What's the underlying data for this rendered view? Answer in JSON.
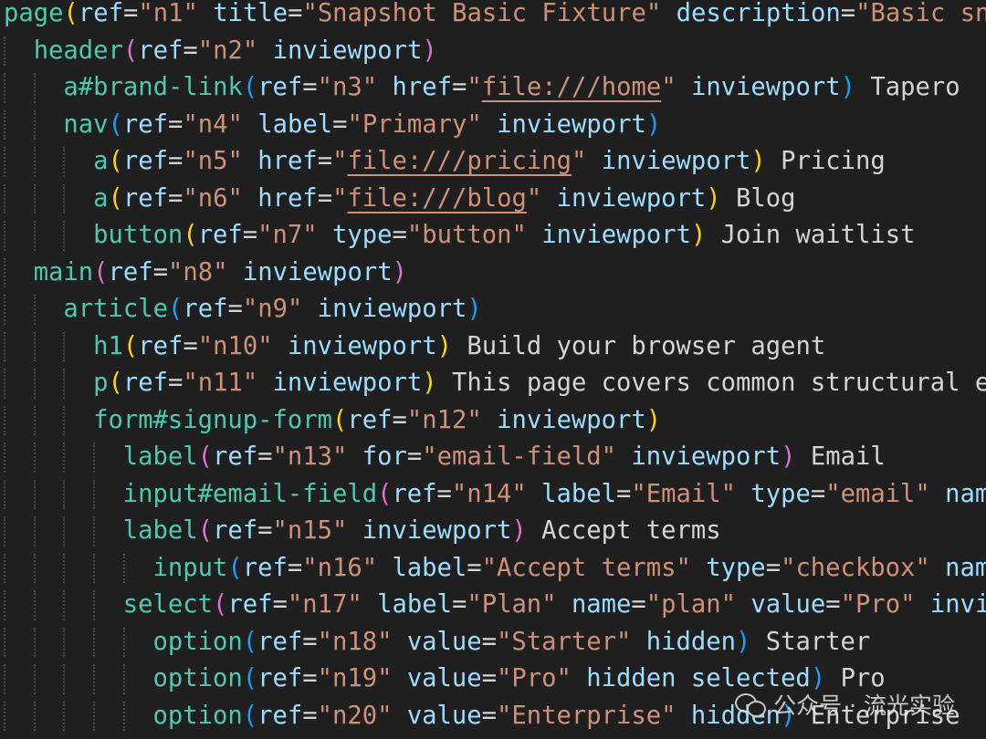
{
  "lines": [
    {
      "indent": 0,
      "tag": "page",
      "paren": "paren",
      "attrs": [
        [
          "ref",
          "n1"
        ],
        [
          "title",
          "Snapshot Basic Fixture"
        ],
        [
          "description",
          "Basic sna"
        ]
      ],
      "text": "",
      "open_end": true
    },
    {
      "indent": 1,
      "tag": "header",
      "paren": "paren2",
      "attrs": [
        [
          "ref",
          "n2"
        ]
      ],
      "flags": [
        "inviewport"
      ],
      "text": ""
    },
    {
      "indent": 2,
      "tag": "a#brand-link",
      "paren": "paren3",
      "attrs": [
        [
          "ref",
          "n3"
        ],
        [
          "href",
          "file:///home",
          "link"
        ]
      ],
      "flags": [
        "inviewport"
      ],
      "text": "Tapero"
    },
    {
      "indent": 2,
      "tag": "nav",
      "paren": "paren3",
      "attrs": [
        [
          "ref",
          "n4"
        ],
        [
          "label",
          "Primary"
        ]
      ],
      "flags": [
        "inviewport"
      ],
      "text": ""
    },
    {
      "indent": 3,
      "tag": "a",
      "paren": "paren",
      "attrs": [
        [
          "ref",
          "n5"
        ],
        [
          "href",
          "file:///pricing",
          "link"
        ]
      ],
      "flags": [
        "inviewport"
      ],
      "text": "Pricing"
    },
    {
      "indent": 3,
      "tag": "a",
      "paren": "paren",
      "attrs": [
        [
          "ref",
          "n6"
        ],
        [
          "href",
          "file:///blog",
          "link"
        ]
      ],
      "flags": [
        "inviewport"
      ],
      "text": "Blog"
    },
    {
      "indent": 3,
      "tag": "button",
      "paren": "paren",
      "attrs": [
        [
          "ref",
          "n7"
        ],
        [
          "type",
          "button"
        ]
      ],
      "flags": [
        "inviewport"
      ],
      "text": "Join waitlist"
    },
    {
      "indent": 1,
      "tag": "main",
      "paren": "paren2",
      "attrs": [
        [
          "ref",
          "n8"
        ]
      ],
      "flags": [
        "inviewport"
      ],
      "text": ""
    },
    {
      "indent": 2,
      "tag": "article",
      "paren": "paren3",
      "attrs": [
        [
          "ref",
          "n9"
        ]
      ],
      "flags": [
        "inviewport"
      ],
      "text": ""
    },
    {
      "indent": 3,
      "tag": "h1",
      "paren": "paren",
      "attrs": [
        [
          "ref",
          "n10"
        ]
      ],
      "flags": [
        "inviewport"
      ],
      "text": "Build your browser agent"
    },
    {
      "indent": 3,
      "tag": "p",
      "paren": "paren",
      "attrs": [
        [
          "ref",
          "n11"
        ]
      ],
      "flags": [
        "inviewport"
      ],
      "text": "This page covers common structural el"
    },
    {
      "indent": 3,
      "tag": "form#signup-form",
      "paren": "paren",
      "attrs": [
        [
          "ref",
          "n12"
        ]
      ],
      "flags": [
        "inviewport"
      ],
      "text": ""
    },
    {
      "indent": 4,
      "tag": "label",
      "paren": "paren2",
      "attrs": [
        [
          "ref",
          "n13"
        ],
        [
          "for",
          "email-field"
        ]
      ],
      "flags": [
        "inviewport"
      ],
      "text": "Email"
    },
    {
      "indent": 4,
      "tag": "input#email-field",
      "paren": "paren2",
      "attrs": [
        [
          "ref",
          "n14"
        ],
        [
          "label",
          "Email"
        ],
        [
          "type",
          "email"
        ]
      ],
      "flags": [],
      "text": "",
      "tail": "name"
    },
    {
      "indent": 4,
      "tag": "label",
      "paren": "paren2",
      "attrs": [
        [
          "ref",
          "n15"
        ]
      ],
      "flags": [
        "inviewport"
      ],
      "text": "Accept terms"
    },
    {
      "indent": 5,
      "tag": "input",
      "paren": "paren3",
      "attrs": [
        [
          "ref",
          "n16"
        ],
        [
          "label",
          "Accept terms"
        ],
        [
          "type",
          "checkbox"
        ]
      ],
      "flags": [],
      "text": "",
      "tail": "name"
    },
    {
      "indent": 4,
      "tag": "select",
      "paren": "paren2",
      "attrs": [
        [
          "ref",
          "n17"
        ],
        [
          "label",
          "Plan"
        ],
        [
          "name",
          "plan"
        ],
        [
          "value",
          "Pro"
        ]
      ],
      "flags": [],
      "text": "",
      "tail": "invie"
    },
    {
      "indent": 5,
      "tag": "option",
      "paren": "paren3",
      "attrs": [
        [
          "ref",
          "n18"
        ],
        [
          "value",
          "Starter"
        ]
      ],
      "flags": [
        "hidden"
      ],
      "text": "Starter"
    },
    {
      "indent": 5,
      "tag": "option",
      "paren": "paren3",
      "attrs": [
        [
          "ref",
          "n19"
        ],
        [
          "value",
          "Pro"
        ]
      ],
      "flags": [
        "hidden",
        "selected"
      ],
      "text": "Pro"
    },
    {
      "indent": 5,
      "tag": "option",
      "paren": "paren3",
      "attrs": [
        [
          "ref",
          "n20"
        ],
        [
          "value",
          "Enterprise"
        ]
      ],
      "flags": [
        "hidden"
      ],
      "text": "Enterprise"
    }
  ],
  "watermark": {
    "icon": "wechat-icon",
    "text": "公众号 · 流光实验"
  },
  "colors": {
    "background": "#1f1f1f",
    "tag": "#4ec9b0",
    "attr": "#9cdcfe",
    "string": "#ce9178",
    "text": "#d4d4d4"
  }
}
